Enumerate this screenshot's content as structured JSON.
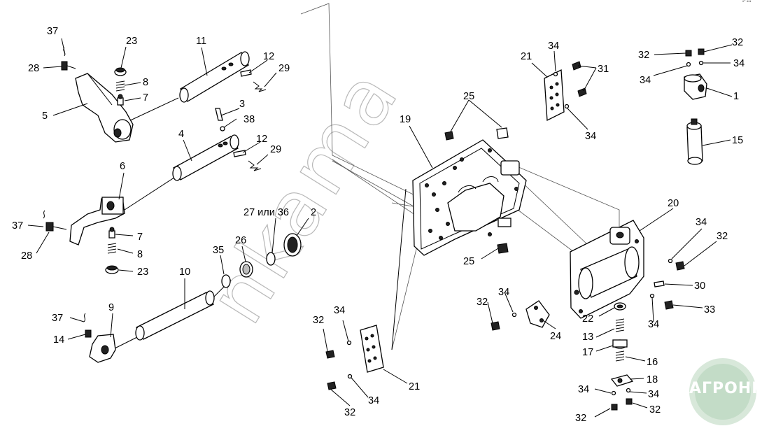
{
  "logo": {
    "part1": "АГРО",
    "part2": "НКА"
  },
  "watermark": "nkama",
  "corner_mark": "•° •••",
  "callouts": {
    "c37a": "37",
    "c23a": "23",
    "c11": "11",
    "c12a": "12",
    "c29a": "29",
    "c28a": "28",
    "c8a": "8",
    "c7a": "7",
    "c5": "5",
    "c3": "3",
    "c38": "38",
    "c4": "4",
    "c12b": "12",
    "c29b": "29",
    "c6": "6",
    "c37b": "37",
    "c28b": "28",
    "c7b": "7",
    "c8b": "8",
    "c23b": "23",
    "c27": "27 или 36",
    "c2": "2",
    "c35": "35",
    "c26": "26",
    "c10": "10",
    "c37c": "37",
    "c9": "9",
    "c14": "14",
    "c21a": "21",
    "c34a": "34",
    "c31": "31",
    "c34b": "34",
    "c25a": "25",
    "c19": "19",
    "c25b": "25",
    "c32a": "32",
    "c32b": "32",
    "c34c": "34",
    "c34d": "34",
    "c1": "1",
    "c15": "15",
    "c20": "20",
    "c34e": "34",
    "c32c": "32",
    "c30": "30",
    "c33": "33",
    "c32d": "32",
    "c34f": "34",
    "c24": "24",
    "c22": "22",
    "c34g": "34",
    "c13": "13",
    "c17": "17",
    "c16": "16",
    "c18": "18",
    "c34h": "34",
    "c34i": "34",
    "c32e": "32",
    "c32f": "32",
    "c32g": "32",
    "c34j": "34",
    "c21b": "21",
    "c32h": "32",
    "c34k": "34"
  }
}
